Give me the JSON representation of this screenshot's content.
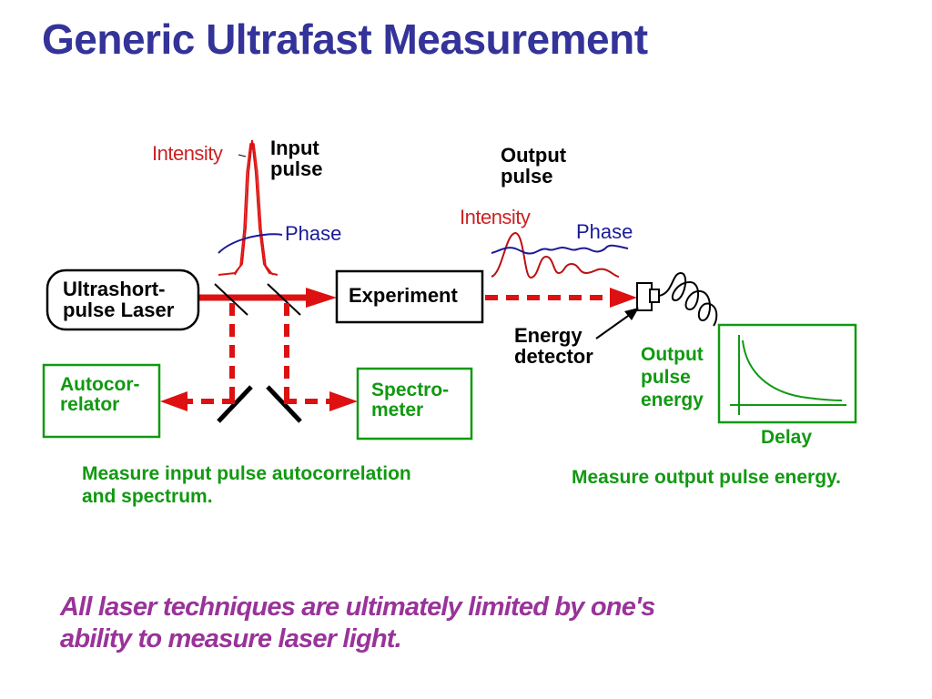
{
  "title": "Generic Ultrafast Measurement",
  "labels": {
    "intensity_in": "Intensity",
    "input_pulse": [
      "Input",
      "pulse"
    ],
    "phase_in": "Phase",
    "output_pulse": [
      "Output",
      "pulse"
    ],
    "intensity_out": "Intensity",
    "phase_out": "Phase",
    "laser": [
      "Ultrashort-",
      "pulse Laser"
    ],
    "experiment": "Experiment",
    "energy_detector": [
      "Energy",
      "detector"
    ],
    "autocorrelator": [
      "Autocor-",
      "relator"
    ],
    "spectrometer": [
      "Spectro-",
      "meter"
    ],
    "output_energy": [
      "Output",
      "pulse",
      "energy"
    ],
    "delay": "Delay"
  },
  "captions": {
    "left": [
      "Measure input pulse autocorrelation",
      "and spectrum."
    ],
    "right": "Measure output pulse energy."
  },
  "note": [
    "All laser techniques are ultimately limited by one's",
    "ability to measure laser light."
  ],
  "colors": {
    "title": "#333399",
    "beam": "#dd1111",
    "phase": "#1a1a99",
    "green": "#119911",
    "note": "#993399"
  }
}
